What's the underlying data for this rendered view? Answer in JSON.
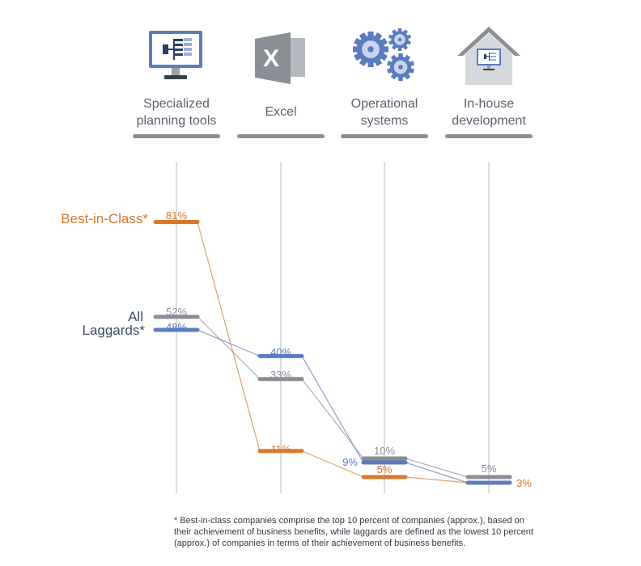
{
  "chart_data": {
    "type": "line",
    "categories": [
      "Specialized\nplanning tools",
      "Excel",
      "Operational\nsystems",
      "In-house\ndevelopment"
    ],
    "icons": [
      "monitor-flowchart-icon",
      "excel-icon",
      "gears-icon",
      "house-monitor-icon"
    ],
    "series": [
      {
        "name": "Best-in-Class*",
        "values": [
          81,
          11,
          5,
          3
        ],
        "labels": [
          "81%",
          "11%",
          "5%",
          "3%"
        ],
        "color": "#d9782d"
      },
      {
        "name": "All",
        "values": [
          52,
          33,
          10,
          5
        ],
        "labels": [
          "52%",
          "33%",
          "10%",
          "5%"
        ],
        "color": "#8a8f96"
      },
      {
        "name": "Laggards*",
        "values": [
          48,
          40,
          9,
          3
        ],
        "labels": [
          "48%",
          "40%",
          "9%",
          "3%"
        ],
        "color": "#5b7cbf"
      }
    ],
    "ylim": [
      0,
      100
    ],
    "grid": true
  },
  "colors": {
    "best": "#d9782d",
    "all": "#8a8f96",
    "laggards": "#5b7cbf",
    "axis_line": "#d0d2d6"
  },
  "footnote": "* Best-in-class companies comprise the top 10 percent of companies (approx.), based on their achievement of business benefits, while laggards are defined as the lowest 10 percent (approx.) of companies in terms of their achievement of business benefits."
}
